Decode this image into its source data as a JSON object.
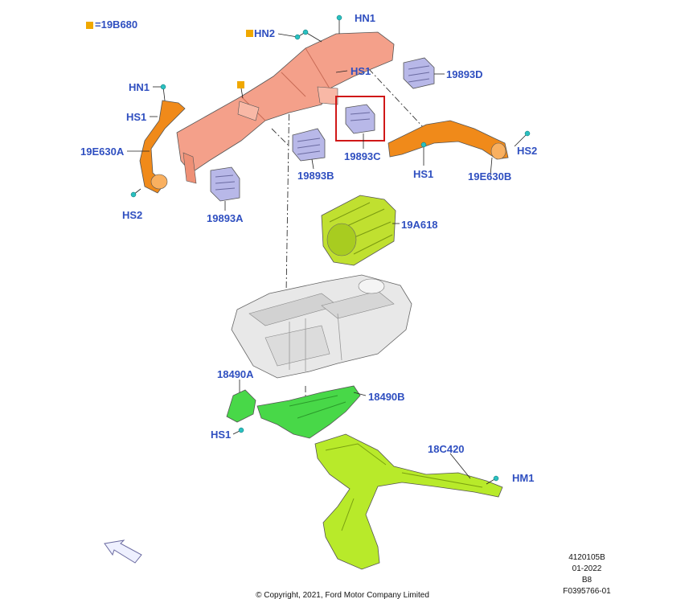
{
  "legend": {
    "label": "=19B680",
    "marker_color": "#f0a800"
  },
  "callouts": {
    "hn1_top": "HN1",
    "hn2": "HN2",
    "hs1_top": "HS1",
    "p19893D": "19893D",
    "hn1_left": "HN1",
    "hs1_left": "HS1",
    "p19E630A": "19E630A",
    "hs2_left": "HS2",
    "p19893A": "19893A",
    "p19893B": "19893B",
    "p19893C": "19893C",
    "hs1_right": "HS1",
    "p19E630B": "19E630B",
    "hs2_right": "HS2",
    "p19A618": "19A618",
    "p18490A": "18490A",
    "p18490B": "18490B",
    "hs1_bottom": "HS1",
    "p18C420": "18C420",
    "hm1": "HM1"
  },
  "footer": {
    "copyright": "© Copyright, 2021, Ford Motor Company Limited",
    "ref1": "4120105B",
    "ref2": "01-2022",
    "ref3": "B8",
    "ref4": "F0395766-01"
  },
  "colors": {
    "label_blue": "#2f4fc0",
    "highlight_red": "#d01818",
    "duct_salmon": "#f4a08a",
    "duct_orange": "#f08a1a",
    "vent_lavender": "#b8b8e8",
    "blower_lime": "#c0e030",
    "hvac_grey": "#e8e8e8",
    "duct_green": "#48d848",
    "floor_duct_lime": "#b8ea2a",
    "connector_cyan": "#2ac0c0"
  }
}
